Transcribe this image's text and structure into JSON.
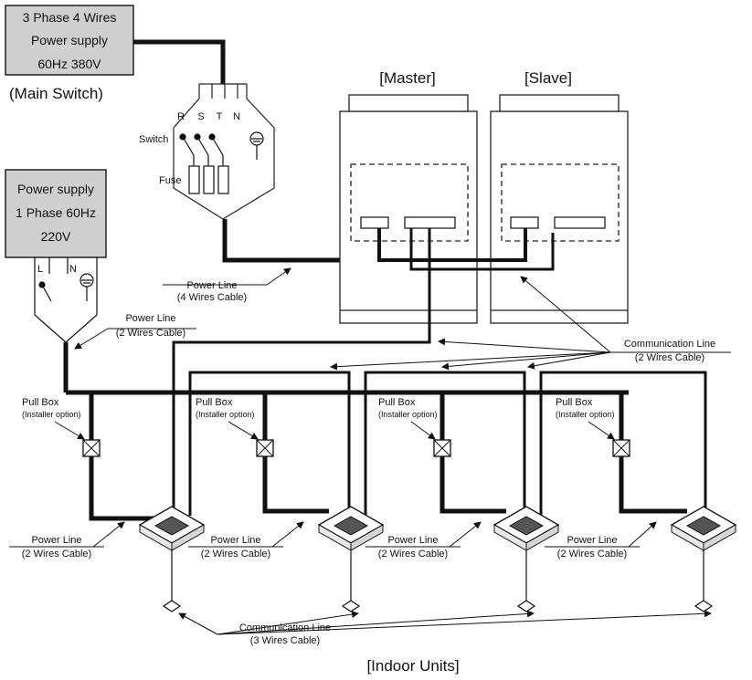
{
  "main_supply": {
    "line1": "3 Phase 4 Wires",
    "line2": "Power supply",
    "line3": "60Hz 380V",
    "switch_label": "(Main Switch)"
  },
  "terminals": {
    "r": "R",
    "s": "S",
    "t": "T",
    "n": "N"
  },
  "switch_label": "Switch",
  "fuse_label": "Fuse",
  "single_supply": {
    "line1": "Power supply",
    "line2": "1 Phase 60Hz",
    "line3": "220V",
    "l": "L",
    "n": "N"
  },
  "outdoor": {
    "master": "[Master]",
    "slave": "[Slave]"
  },
  "power_line_4": {
    "line1": "Power Line",
    "line2": "(4 Wires Cable)"
  },
  "power_line_2": {
    "line1": "Power Line",
    "line2": "(2 Wires Cable)"
  },
  "comm_line_2": {
    "line1": "Communication Line",
    "line2": "(2 Wires Cable)"
  },
  "pull_box": {
    "line1": "Pull Box",
    "line2": "(Installer option)"
  },
  "indoor_power": {
    "line1": "Power Line",
    "line2": "(2 Wires Cable)"
  },
  "comm_line_3": {
    "line1": "Communication Line",
    "line2": "(3 Wires Cable)"
  },
  "indoor_units": "[Indoor Units]"
}
